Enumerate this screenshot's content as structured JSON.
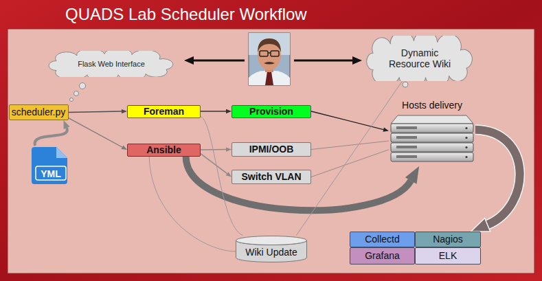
{
  "diagram": {
    "title": "QUADS Lab Scheduler Workflow",
    "nodes": [
      {
        "text": [
          "Flask Web Interface"
        ]
      },
      {
        "text": [
          "Dynamic Resource Wiki"
        ]
      },
      {
        "text": [
          "scheduler.py"
        ]
      },
      {
        "text": [
          "Foreman"
        ]
      },
      {
        "text": [
          "Provision"
        ]
      },
      {
        "text": [
          "Hosts delivery"
        ]
      },
      {
        "text": [
          "Ansible"
        ]
      },
      {
        "text": [
          "IPMI/OOB"
        ]
      },
      {
        "text": [
          "YML"
        ]
      },
      {
        "text": [
          "Switch VLAN"
        ]
      },
      {
        "text": [
          "Wiki Update"
        ]
      },
      {
        "text": [
          "Collectd"
        ]
      },
      {
        "text": [
          "Nagios"
        ]
      },
      {
        "text": [
          "Grafana"
        ]
      },
      {
        "text": [
          "ELK"
        ]
      }
    ],
    "edges": [
      {
        "from": 2,
        "to": 3,
        "arrow": "to"
      },
      {
        "from": 2,
        "to": 6,
        "arrow": "to"
      },
      {
        "from": 3,
        "to": 4,
        "arrow": "to"
      },
      {
        "from": 4,
        "to": 5,
        "arrow": "to"
      },
      {
        "from": 6,
        "to": 7,
        "arrow": "to"
      },
      {
        "from": 6,
        "to": 9,
        "arrow": "to"
      },
      {
        "from": 7,
        "to": 5,
        "arrow": "none"
      },
      {
        "from": 9,
        "to": 5,
        "arrow": "none"
      },
      {
        "from": 6,
        "to": 5,
        "arrow": "to"
      },
      {
        "from": 3,
        "to": 10,
        "arrow": "none"
      },
      {
        "from": 6,
        "to": 10,
        "arrow": "none"
      },
      {
        "from": 10,
        "to": 1,
        "arrow": "none"
      },
      {
        "from": 8,
        "to": 2,
        "arrow": "to"
      },
      {
        "from": 5,
        "to": 12,
        "arrow": "to"
      }
    ]
  }
}
